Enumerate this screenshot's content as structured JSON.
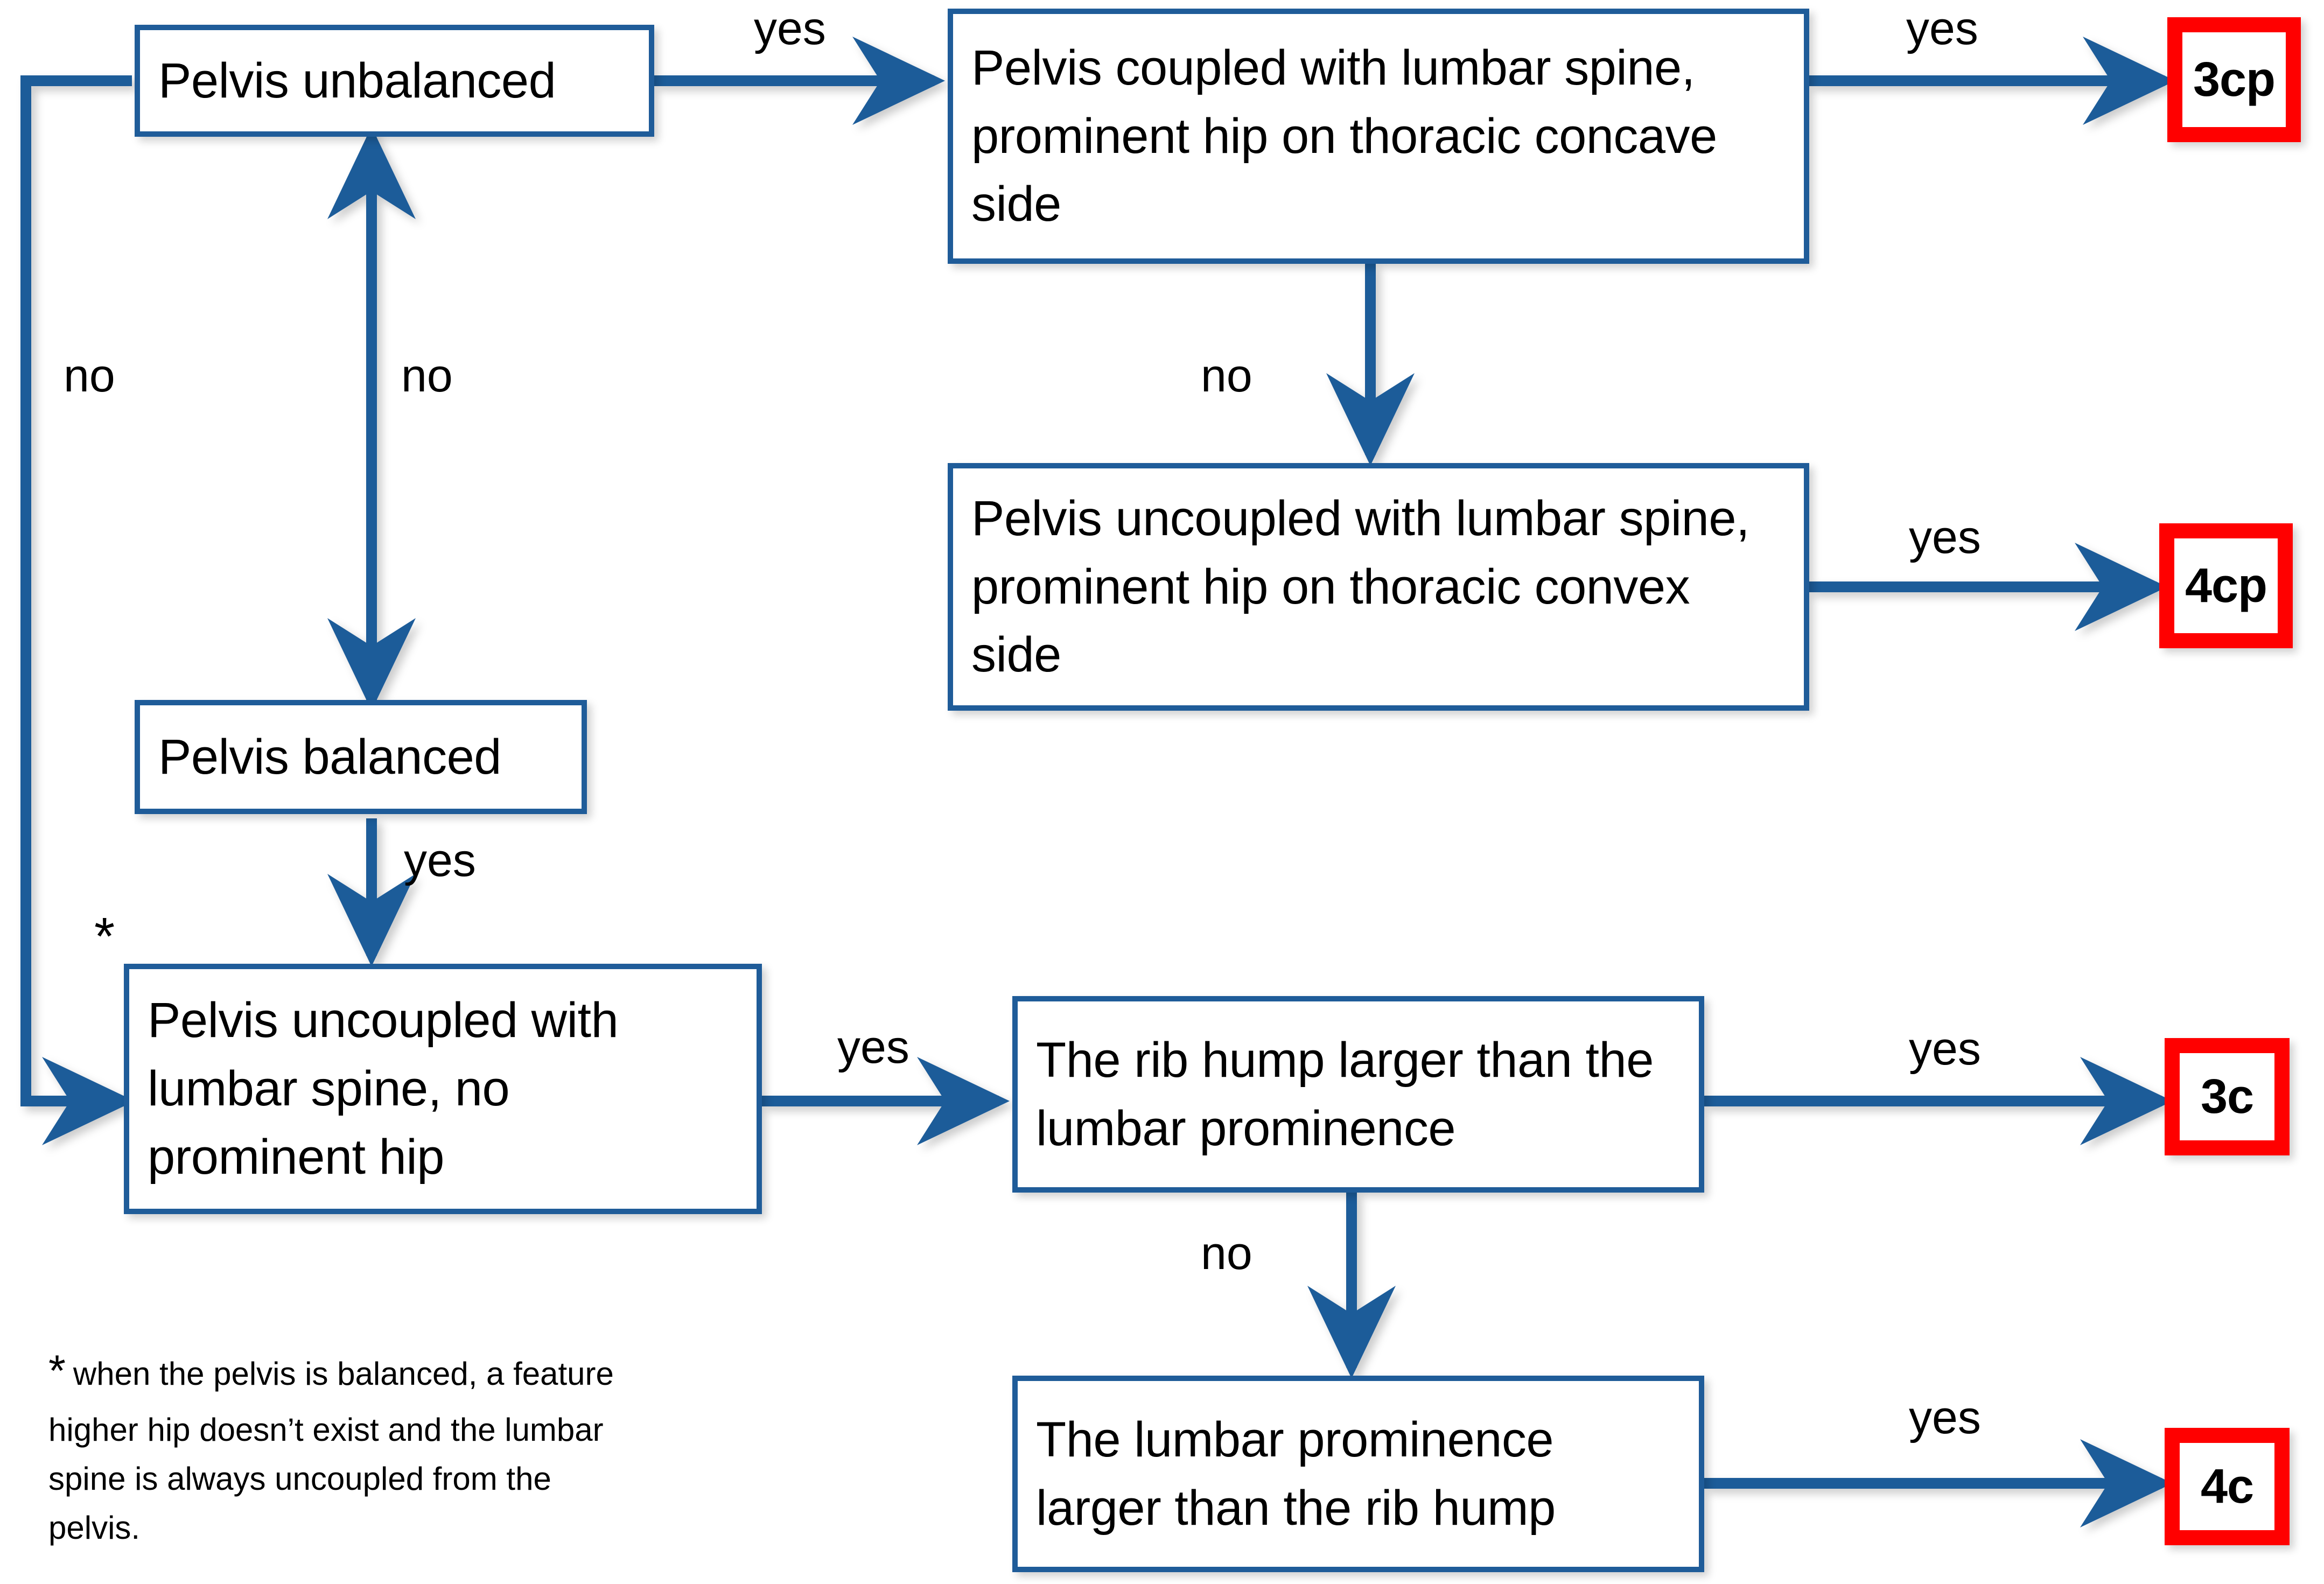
{
  "diagram": {
    "title": "Pelvis / trunk deformity classification decision flowchart",
    "colors": {
      "node_border": "#1F5C99",
      "result_border": "#FF0000",
      "text": "#000000",
      "background": "#FFFFFF"
    },
    "nodes": [
      {
        "id": "pelvis_unbalanced",
        "label": "Pelvis unbalanced"
      },
      {
        "id": "pelvis_balanced",
        "label": "Pelvis balanced"
      },
      {
        "id": "coupled_concave",
        "label": "Pelvis coupled with lumbar spine, prominent hip on thoracic concave side"
      },
      {
        "id": "uncoupled_convex",
        "label": "Pelvis uncoupled with lumbar spine, prominent hip on thoracic convex side"
      },
      {
        "id": "uncoupled_nohip",
        "label": "Pelvis uncoupled with lumbar spine, no prominent hip"
      },
      {
        "id": "rib_hump_larger",
        "label": "The rib hump larger than the lumbar prominence"
      },
      {
        "id": "lumbar_prom_larger",
        "label": "The lumbar prominence larger than the rib hump"
      }
    ],
    "results": [
      {
        "id": "r_3cp",
        "label": "3cp"
      },
      {
        "id": "r_4cp",
        "label": "4cp"
      },
      {
        "id": "r_3c",
        "label": "3c"
      },
      {
        "id": "r_4c",
        "label": "4c"
      }
    ],
    "edge_labels": {
      "unbalanced_to_coupled": "yes",
      "coupled_to_3cp": "yes",
      "coupled_to_uncoupled_convex": "no",
      "uncoupled_convex_to_4cp": "yes",
      "loop_back_no": "no",
      "unbalanced_balanced_no": "no",
      "balanced_to_uncoupled_nohip": "yes",
      "uncoupled_nohip_to_ribhump": "yes",
      "ribhump_to_3c": "yes",
      "ribhump_to_lumbar": "no",
      "lumbar_to_4c": "yes"
    },
    "asterisk_marker": "*",
    "footnote": {
      "star": "*",
      "text": "when the pelvis is balanced, a feature higher hip doesn’t exist and the lumbar spine is always uncoupled from the pelvis."
    }
  }
}
